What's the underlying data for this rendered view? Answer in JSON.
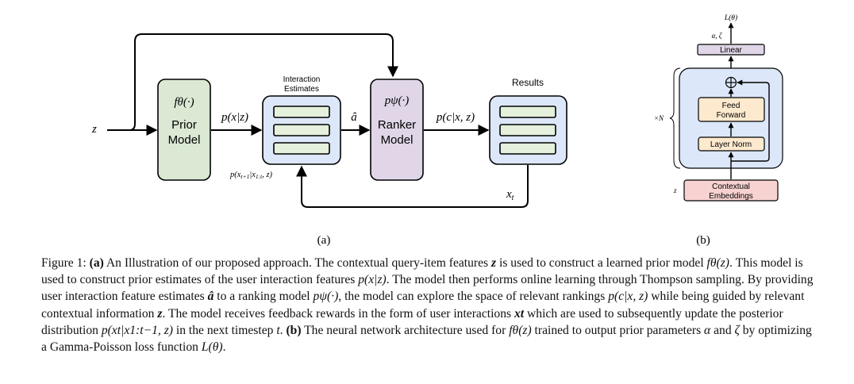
{
  "panel_a": {
    "z_input": "z",
    "prior_fn": "fθ(·)",
    "prior_line1": "Prior",
    "prior_line2": "Model",
    "p_x_given_z": "p(x|z)",
    "interaction_line1": "Interaction",
    "interaction_line2": "Estimates",
    "a_hat": "â",
    "ranker_fn": "pψ(·)",
    "ranker_line1": "Ranker",
    "ranker_line2": "Model",
    "p_c_given_xz": "p(c|x, z)",
    "results": "Results",
    "posterior": "p(xt+1|x1:t, z)",
    "x_t": "xt",
    "label": "(a)"
  },
  "panel_b": {
    "loss": "L(θ)",
    "params": "α, ζ",
    "linear": "Linear",
    "feed_forward_line1": "Feed",
    "feed_forward_line2": "Forward",
    "layer_norm": "Layer Norm",
    "repeat": "×N",
    "z_input": "z",
    "ctx_line1": "Contextual",
    "ctx_line2": "Embeddings",
    "label": "(b)"
  },
  "colors": {
    "prior_fill": "#dae8d4",
    "ranker_fill": "#e0d6e8",
    "estimate_fill": "#dce7fa",
    "row_fill": "#e5f0dd",
    "linear_fill": "#e0d6e8",
    "ffn_fill": "#fde9cd",
    "ctx_fill": "#f7d2d0"
  },
  "caption": {
    "fig_label": "Figure 1:",
    "a_tag": "(a)",
    "s1": " An Illustration of our proposed approach. The contextual query-item features ",
    "v_z1": "z",
    "s2": " is used to construct a learned prior model ",
    "v_fz1": "fθ(z)",
    "s3": ". This model is used to construct prior estimates of the user interaction features ",
    "v_pxz": "p(x|z)",
    "s4": ". The model then performs online learning through Thompson sampling. By providing user interaction feature estimates ",
    "v_ahat": "â",
    "s5": " to a ranking model ",
    "v_ppsi": "pψ(·)",
    "s6": ", the model can explore the space of relevant rankings ",
    "v_pcxz": "p(c|x, z)",
    "s7": " while being guided by relevant contextual information ",
    "v_z2": "z",
    "s8": ". The model receives feedback rewards in the form of user interactions ",
    "v_xt": "xt",
    "s9": " which are used to subsequently update the posterior distribution ",
    "v_post": "p(xt|x1:t−1, z)",
    "s10": " in the next timestep ",
    "v_t": "t",
    "s11": ". ",
    "b_tag": "(b)",
    "s12": " The neural network architecture used for ",
    "v_fz2": "fθ(z)",
    "s13": " trained to output prior parameters ",
    "v_alpha": "α",
    "s14": " and ",
    "v_zeta": "ζ",
    "s15": " by optimizing a Gamma-Poisson loss function ",
    "v_loss": "L(θ)",
    "s16": "."
  }
}
